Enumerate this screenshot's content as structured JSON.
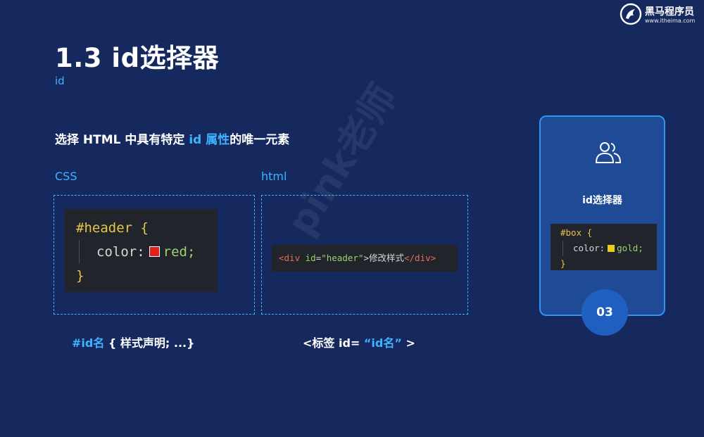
{
  "slide": {
    "title": "1.3 id选择器",
    "subtitle": "id",
    "description": {
      "before": "选择 HTML 中具有特定 ",
      "highlight": "id 属性",
      "after": "的唯一元素"
    },
    "css_label": "CSS",
    "html_label": "html"
  },
  "css_example": {
    "selector": "#header",
    "open_brace": "{",
    "property": "color:",
    "value": "red;",
    "close_brace": "}",
    "swatch_color": "#e0201a"
  },
  "html_example": {
    "open_tag": "<div",
    "attr_name": "id",
    "equals": "=",
    "attr_value": "\"header\"",
    "tag_close": ">",
    "content": "修改样式",
    "end_tag": "</div>"
  },
  "syntax": {
    "css_highlight": "#id名",
    "css_rest": " { 样式声明; ...}",
    "html_before": "<标签 id= ",
    "html_highlight": "“id名”",
    "html_after": " >"
  },
  "card": {
    "icon": "users-icon",
    "title": "id选择器",
    "code_selector": "#box",
    "code_open": "{",
    "code_property": "color:",
    "code_value": "gold;",
    "code_close": "}",
    "swatch_color": "#f0cc1a",
    "badge": "03"
  },
  "brand": {
    "name": "黑马程序员",
    "url": "www.itheima.com"
  },
  "watermark": "pink老师",
  "colors": {
    "background": "#16295f",
    "accent": "#3db4ff",
    "card_border": "#2f95f0",
    "badge": "#1e5fc0"
  }
}
